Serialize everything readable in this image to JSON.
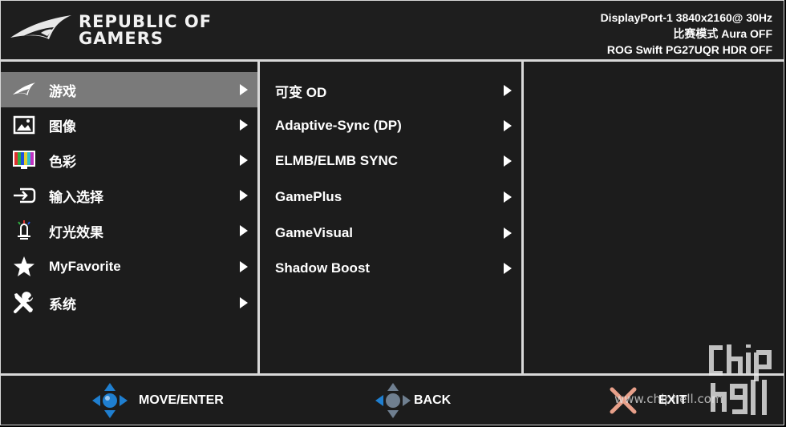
{
  "header": {
    "brand_line1": "REPUBLIC OF",
    "brand_line2": "GAMERS",
    "input_status": "DisplayPort-1  3840x2160@ 30Hz",
    "mode_status": "比赛模式   Aura OFF",
    "model_status": "ROG Swift PG27UQR HDR OFF"
  },
  "main_menu": [
    {
      "label": "游戏",
      "icon": "rog-eye-icon",
      "selected": true
    },
    {
      "label": "图像",
      "icon": "image-icon"
    },
    {
      "label": "色彩",
      "icon": "color-bars-icon"
    },
    {
      "label": "输入选择",
      "icon": "input-select-icon"
    },
    {
      "label": "灯光效果",
      "icon": "light-effect-icon"
    },
    {
      "label": "MyFavorite",
      "icon": "star-icon"
    },
    {
      "label": "系统",
      "icon": "tools-icon"
    }
  ],
  "sub_menu": [
    {
      "label": "可变 OD"
    },
    {
      "label": "Adaptive-Sync (DP)"
    },
    {
      "label": "ELMB/ELMB SYNC"
    },
    {
      "label": "GamePlus"
    },
    {
      "label": "GameVisual"
    },
    {
      "label": "Shadow Boost"
    }
  ],
  "footer": {
    "move_enter": "MOVE/ENTER",
    "back": "BACK",
    "exit": "EXIT"
  },
  "watermark": {
    "url": "www.chiphell.com",
    "logo": "chiphell-logo"
  },
  "colors": {
    "selected_bg": "#7a7a7a",
    "dpad_blue": "#1f7fd0",
    "exit_x": "#e8a08a"
  }
}
